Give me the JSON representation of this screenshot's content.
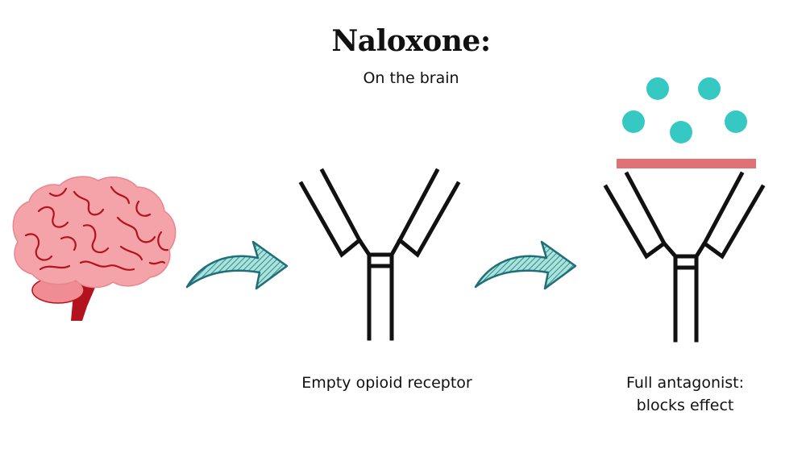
{
  "title": "Naloxone:",
  "subtitle": "On the brain",
  "labels": {
    "empty_receptor": "Empty opioid receptor",
    "full_antagonist_line1": "Full antagonist:",
    "full_antagonist_line2": "blocks effect"
  },
  "icons": {
    "brain": "brain-icon",
    "arrow": "curved-arrow-icon",
    "receptor": "y-receptor-icon"
  },
  "colors": {
    "brain_fill": "#f4a3a8",
    "brain_lines": "#b3121f",
    "brain_stem": "#b3121f",
    "cerebellum": "#f08d93",
    "arrow_fill": "#a8e3dc",
    "arrow_stroke": "#1f6f78",
    "molecule": "#36c9c4",
    "block_bar": "#e07275",
    "receptor_stroke": "#111111"
  }
}
